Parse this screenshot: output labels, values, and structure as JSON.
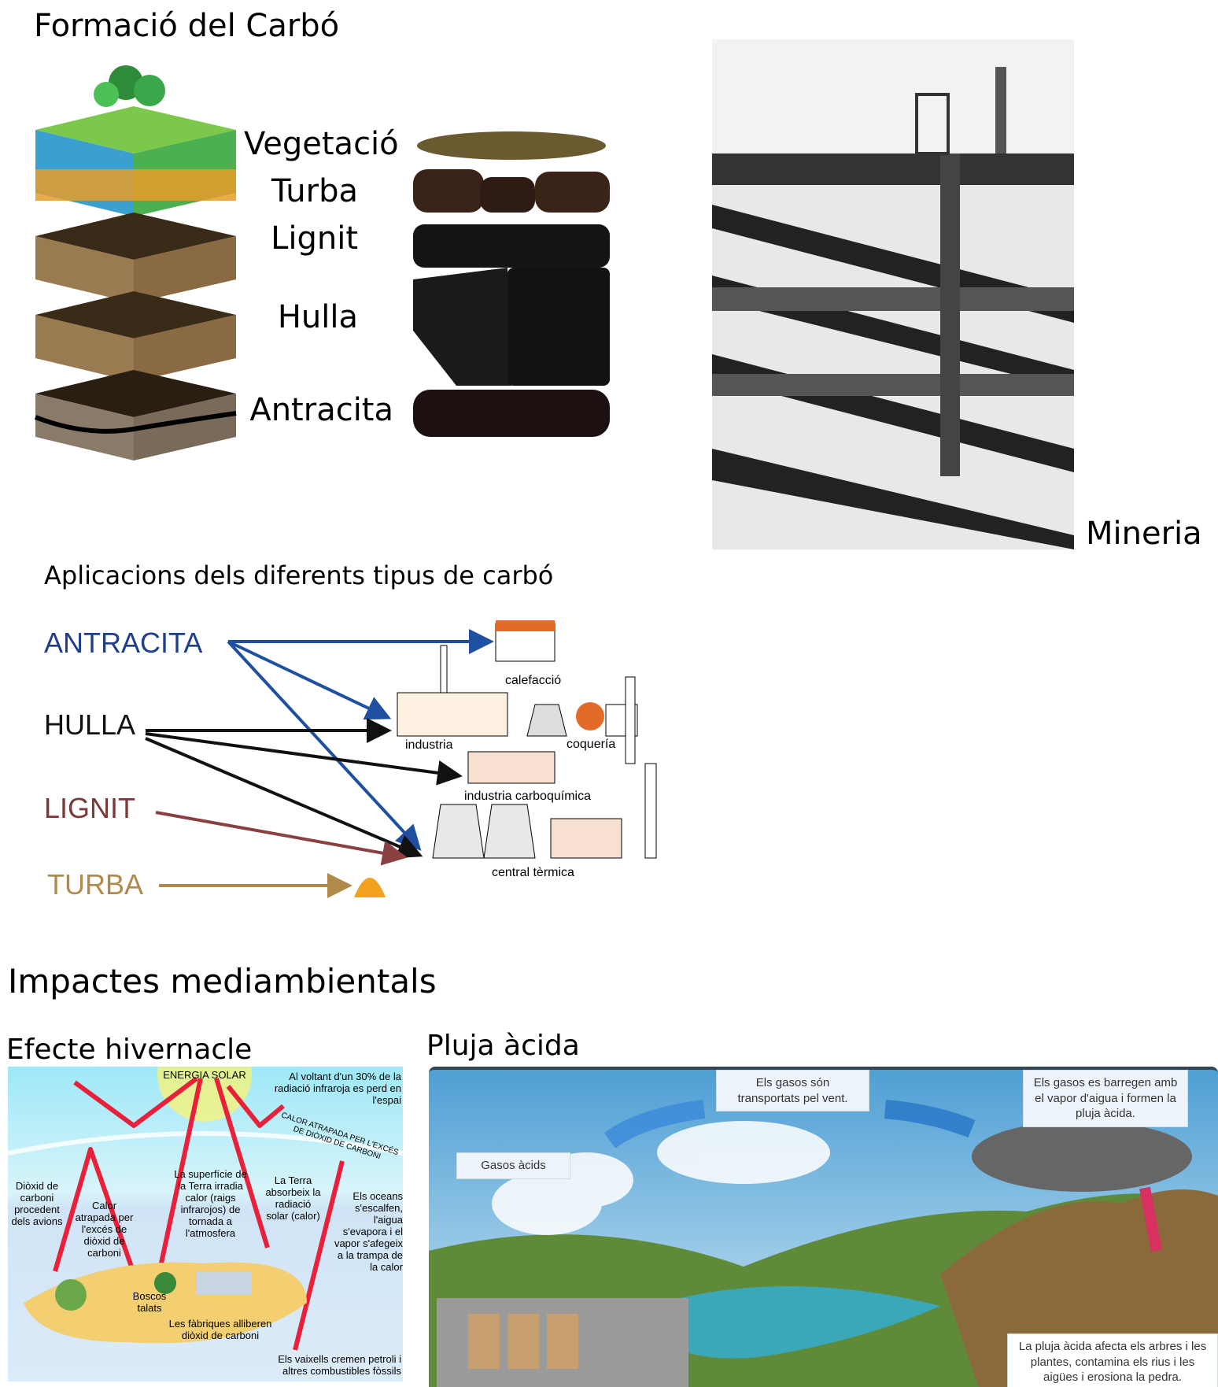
{
  "formation": {
    "title": "Formació del Carbó",
    "stages": [
      "Vegetació",
      "Turba",
      "Lignit",
      "Hulla",
      "Antracita"
    ]
  },
  "mining": {
    "label": "Mineria"
  },
  "applications": {
    "title": "Aplicacions dels diferents tipus de carbó",
    "coal_types": [
      {
        "name": "ANTRACITA",
        "color": "#1f3f8a"
      },
      {
        "name": "HULLA",
        "color": "#111111"
      },
      {
        "name": "LIGNIT",
        "color": "#7a3a3a"
      },
      {
        "name": "TURBA",
        "color": "#b08a4a"
      }
    ],
    "uses": [
      "calefacció",
      "industria",
      "coquería",
      "industria carboquímica",
      "central tèrmica"
    ]
  },
  "impacts": {
    "title": "Impactes mediambientals",
    "greenhouse": {
      "title": "Efecte hivernacle",
      "labels": {
        "sun": "ENERGIA SOLAR",
        "lost": "Al voltant d'un 30% de la radiació infraroja es perd en l'espai",
        "trapped": "CALOR ATRAPADA PER L'EXCÉS DE DIÒXID DE CARBONI",
        "planes": "Diòxid de carboni procedent dels avions",
        "heat": "Calor atrapada per l'excés de diòxid de carboni",
        "surface": "La superfície de la Terra irradia calor (raigs infrarojos) de tornada a l'atmosfera",
        "absorbs": "La Terra absorbeix la radiació solar (calor)",
        "oceans": "Els oceans s'escalfen, l'aigua s'evapora i el vapor s'afegeix a la trampa de la calor",
        "forests": "Boscos talats",
        "factories": "Les fàbriques alliberen diòxid de carboni",
        "ships": "Els vaixells cremen petroli i altres combustibles fòssils"
      }
    },
    "acid_rain": {
      "title": "Pluja àcida",
      "labels": {
        "gases": "Gasos àcids",
        "transport": "Els gasos són transportats pel vent.",
        "mix": "Els gasos es barregen amb el vapor d'aigua i formen la pluja àcida.",
        "effects": "La pluja àcida afecta els arbres i les plantes, contamina els rius i les aigües i erosiona la pedra."
      }
    }
  }
}
